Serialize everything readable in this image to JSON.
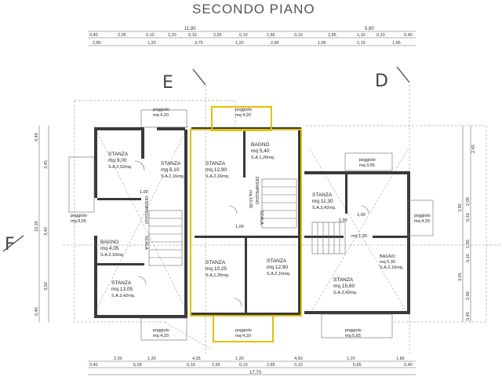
{
  "title": "SECONDO PIANO",
  "top_dims": {
    "row1": [
      "11,80",
      "5,90"
    ],
    "row2": [
      "0,40",
      "2,95",
      "0,10",
      "2,20",
      "0,10",
      "2,55",
      "0,10",
      "2,85",
      "0,10",
      "2,85",
      "1,10",
      "0,10",
      "0,40"
    ],
    "row3": [
      "2,80",
      "1,20",
      "3,75",
      "1,20",
      "2,85",
      "1,85",
      "2,15",
      "1,85"
    ]
  },
  "bottom_dims": {
    "row1": [
      "2,30",
      "1,20",
      "4,35",
      "1,20",
      "4,50",
      "1,20",
      "1,85"
    ],
    "row2": [
      "0,40",
      "5,05",
      "0,10",
      "2,65",
      "0,10",
      "2,85",
      "0,10",
      "5,65",
      "0,40"
    ],
    "row3": [
      "17,70"
    ]
  },
  "left_dims": [
    "0,40",
    "3,45",
    "10,35",
    "3,40",
    "3,50",
    "0,40"
  ],
  "right_dims": [
    "2,45",
    "3,95",
    "2,00",
    "0,10",
    "1,90",
    "0,10",
    "3,95",
    "2,00",
    "0,40"
  ],
  "hand_marks": [
    "E",
    "D",
    "F"
  ],
  "rooms": [
    {
      "id": "stanza-a",
      "name": "STANZA",
      "area": "mq 9,00",
      "sa": "S.A.2,52mq."
    },
    {
      "id": "stanza-b",
      "name": "STANZA",
      "area": "mq 8,10",
      "sa": "S.A.2,16mq."
    },
    {
      "id": "stanza-c",
      "name": "STANZA",
      "area": "mq 12,90",
      "sa": "S.A.2,16mq."
    },
    {
      "id": "bagno-a",
      "name": "BAGNO",
      "area": "mq 5,40",
      "sa": "S.A.1,26mq."
    },
    {
      "id": "poggiolo-a",
      "name": "poggiolo",
      "area": "mq 8,55"
    },
    {
      "id": "bagno-b",
      "name": "BAGNO",
      "area": "mq 4,05",
      "sa": "S.A.2,16mq."
    },
    {
      "id": "stanza-d",
      "name": "STANZA",
      "area": "mq 13,05",
      "sa": "S.A.3,42mq."
    },
    {
      "id": "stanza-e",
      "name": "STANZA",
      "area": "mq 10,25",
      "sa": "S.A.1,26mq."
    },
    {
      "id": "stanza-f",
      "name": "STANZA",
      "area": "mq 12,90",
      "sa": "S.A.2,16mq."
    },
    {
      "id": "stanza-g",
      "name": "STANZA",
      "area": "mq 11,30",
      "sa": "S.A.3,42mq."
    },
    {
      "id": "poggiolo-b",
      "name": "poggiolo",
      "area": "mq 3,55"
    },
    {
      "id": "poggiolo-c",
      "name": "poggiolo",
      "area": "mq 4,20"
    },
    {
      "id": "disimpegno",
      "area": "mq 1,90"
    },
    {
      "id": "bagno-c",
      "name": "BAGNO",
      "area": "mq 5,30",
      "sa": "S.A.2,16mq."
    },
    {
      "id": "stanza-h",
      "name": "STANZA",
      "area": "mq 15,60",
      "sa": "S.A.3,42mq."
    },
    {
      "id": "poggiolo-top-l",
      "name": "poggiolo",
      "area": "mq 4,20"
    },
    {
      "id": "poggiolo-top-m",
      "name": "poggiolo",
      "area": "mq 4,20"
    },
    {
      "id": "poggiolo-bot-l",
      "name": "poggiolo",
      "area": "mq 4,20"
    },
    {
      "id": "poggiolo-bot-m",
      "name": "poggiolo",
      "area": "mq 4,20"
    },
    {
      "id": "poggiolo-bot-r",
      "name": "poggiolo",
      "area": "mq 5,65"
    }
  ],
  "labels": {
    "disimpegno_left": "DISIMPEGNO",
    "scala_left": "SCALA",
    "disimpegno_mid": "DISIMPEGNO",
    "scala_mid": "SCALA",
    "mid_vert": "mq 10,00",
    "door_1": "1,00",
    "door_2": "1,00",
    "door_3": "1,00",
    "door_4": "1,00"
  }
}
